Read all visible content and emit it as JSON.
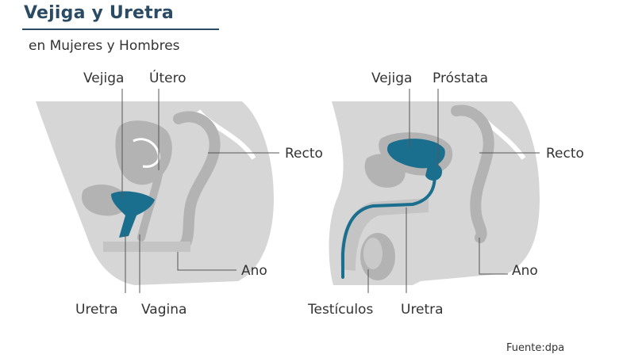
{
  "title": "Vejiga y Uretra",
  "subtitle": "en Mujeres y Hombres",
  "female": {
    "labels": {
      "bladder": "Vejiga",
      "uterus": "Útero",
      "rectum": "Recto",
      "anus": "Ano",
      "urethra": "Uretra",
      "vagina": "Vagina"
    }
  },
  "male": {
    "labels": {
      "bladder": "Vejiga",
      "prostate": "Próstata",
      "rectum": "Recto",
      "anus": "Ano",
      "testicles": "Testículos",
      "urethra": "Uretra"
    }
  },
  "source": "Fuente:dpa",
  "colors": {
    "title": "#2b4a63",
    "organ_highlight": "#1a6f8e",
    "body_fill": "#d6d6d6",
    "organ_fill": "#b3b3b3",
    "leader_line": "#555555"
  }
}
